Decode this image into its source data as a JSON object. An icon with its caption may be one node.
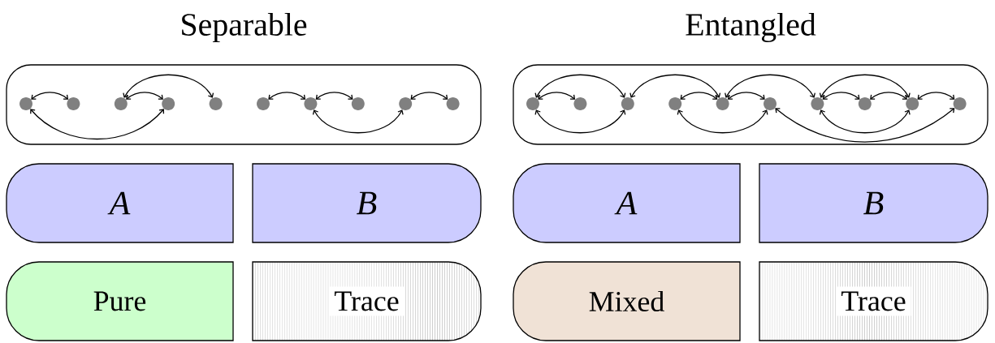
{
  "diagram": {
    "nodes": [
      {
        "text": [],
        "shape": "box"
      },
      {
        "text": [],
        "shape": "circle",
        "in": 0
      },
      {
        "text": [],
        "shape": "circle",
        "in": 0
      },
      {
        "text": [],
        "shape": "circle",
        "in": 0
      },
      {
        "text": [],
        "shape": "circle",
        "in": 0
      },
      {
        "text": [],
        "shape": "circle",
        "in": 0
      },
      {
        "text": [],
        "shape": "circle",
        "in": 0
      },
      {
        "text": [],
        "shape": "circle",
        "in": 0
      },
      {
        "text": [],
        "shape": "circle",
        "in": 0
      },
      {
        "text": [],
        "shape": "circle",
        "in": 0
      },
      {
        "text": [],
        "shape": "circle",
        "in": 0
      },
      {
        "text": [],
        "shape": "box"
      },
      {
        "text": [],
        "shape": "circle",
        "in": 11
      },
      {
        "text": [],
        "shape": "circle",
        "in": 11
      },
      {
        "text": [],
        "shape": "circle",
        "in": 11
      },
      {
        "text": [],
        "shape": "circle",
        "in": 11
      },
      {
        "text": [],
        "shape": "circle",
        "in": 11
      },
      {
        "text": [],
        "shape": "circle",
        "in": 11
      },
      {
        "text": [],
        "shape": "circle",
        "in": 11
      },
      {
        "text": [],
        "shape": "circle",
        "in": 11
      },
      {
        "text": [],
        "shape": "circle",
        "in": 11
      },
      {
        "text": [],
        "shape": "circle",
        "in": 11
      },
      {
        "text": [
          "A"
        ]
      },
      {
        "text": [
          "B"
        ]
      },
      {
        "text": [
          "Pure"
        ]
      },
      {
        "text": [
          "Trace"
        ]
      },
      {
        "text": [
          "A"
        ]
      },
      {
        "text": [
          "B"
        ]
      },
      {
        "text": [
          "Mixed"
        ]
      },
      {
        "text": [
          "Trace"
        ]
      }
    ],
    "edges": [
      {
        "from": 1,
        "to": 2,
        "arrow": "both"
      },
      {
        "from": 3,
        "to": 4,
        "arrow": "both"
      },
      {
        "from": 3,
        "to": 5,
        "arrow": "both"
      },
      {
        "from": 1,
        "to": 4,
        "arrow": "both"
      },
      {
        "from": 6,
        "to": 7,
        "arrow": "both"
      },
      {
        "from": 7,
        "to": 8,
        "arrow": "both"
      },
      {
        "from": 7,
        "to": 9,
        "arrow": "both"
      },
      {
        "from": 9,
        "to": 10,
        "arrow": "both"
      },
      {
        "from": 12,
        "to": 13,
        "arrow": "both"
      },
      {
        "from": 12,
        "to": 14,
        "arrow": "both"
      },
      {
        "from": 12,
        "to": 14,
        "arrow": "both"
      },
      {
        "from": 14,
        "to": 16,
        "arrow": "both"
      },
      {
        "from": 15,
        "to": 16,
        "arrow": "both"
      },
      {
        "from": 16,
        "to": 17,
        "arrow": "both"
      },
      {
        "from": 15,
        "to": 17,
        "arrow": "both"
      },
      {
        "from": 16,
        "to": 18,
        "arrow": "both"
      },
      {
        "from": 18,
        "to": 19,
        "arrow": "both"
      },
      {
        "from": 19,
        "to": 20,
        "arrow": "both"
      },
      {
        "from": 18,
        "to": 20,
        "arrow": "both"
      },
      {
        "from": 18,
        "to": 20,
        "arrow": "both"
      },
      {
        "from": 20,
        "to": 21,
        "arrow": "both"
      },
      {
        "from": 17,
        "to": 21,
        "arrow": "both"
      }
    ],
    "labels": [
      "Separable",
      "Entangled"
    ]
  }
}
